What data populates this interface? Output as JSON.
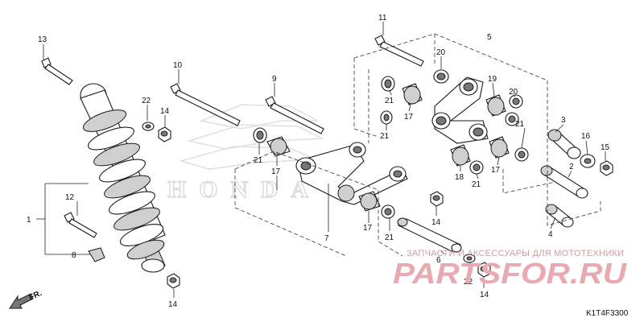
{
  "diagram_code": "K1T4F3300",
  "direction_label": "FR.",
  "watermark": {
    "tagline": "ЗАПЧАСТИ И АКСЕССУАРЫ ДЛЯ МОТОТЕХНИКИ",
    "brand_part1": "PARTS",
    "brand_part2": "FOR.RU",
    "logo_text": "HONDA"
  },
  "callouts": [
    {
      "id": "13",
      "label": "13"
    },
    {
      "id": "22a",
      "label": "22"
    },
    {
      "id": "14a",
      "label": "14"
    },
    {
      "id": "10",
      "label": "10"
    },
    {
      "id": "9",
      "label": "9"
    },
    {
      "id": "11",
      "label": "11"
    },
    {
      "id": "5",
      "label": "5"
    },
    {
      "id": "20a",
      "label": "20"
    },
    {
      "id": "19",
      "label": "19"
    },
    {
      "id": "20b",
      "label": "20"
    },
    {
      "id": "21a",
      "label": "21"
    },
    {
      "id": "17a",
      "label": "17"
    },
    {
      "id": "21b",
      "label": "21"
    },
    {
      "id": "21c",
      "label": "21"
    },
    {
      "id": "17b",
      "label": "17"
    },
    {
      "id": "21d",
      "label": "21"
    },
    {
      "id": "18",
      "label": "18"
    },
    {
      "id": "21e",
      "label": "21"
    },
    {
      "id": "17c",
      "label": "17"
    },
    {
      "id": "3",
      "label": "3"
    },
    {
      "id": "16",
      "label": "16"
    },
    {
      "id": "15",
      "label": "15"
    },
    {
      "id": "2",
      "label": "2"
    },
    {
      "id": "4",
      "label": "4"
    },
    {
      "id": "1",
      "label": "1"
    },
    {
      "id": "12",
      "label": "12"
    },
    {
      "id": "8",
      "label": "8"
    },
    {
      "id": "14b",
      "label": "14"
    },
    {
      "id": "7",
      "label": "7"
    },
    {
      "id": "17d",
      "label": "17"
    },
    {
      "id": "21f",
      "label": "21"
    },
    {
      "id": "14c",
      "label": "14"
    },
    {
      "id": "6",
      "label": "6"
    },
    {
      "id": "22b",
      "label": "22"
    },
    {
      "id": "14d",
      "label": "14"
    }
  ],
  "colors": {
    "watermark_red": "#e8aab0",
    "line": "#1a1a1a"
  }
}
